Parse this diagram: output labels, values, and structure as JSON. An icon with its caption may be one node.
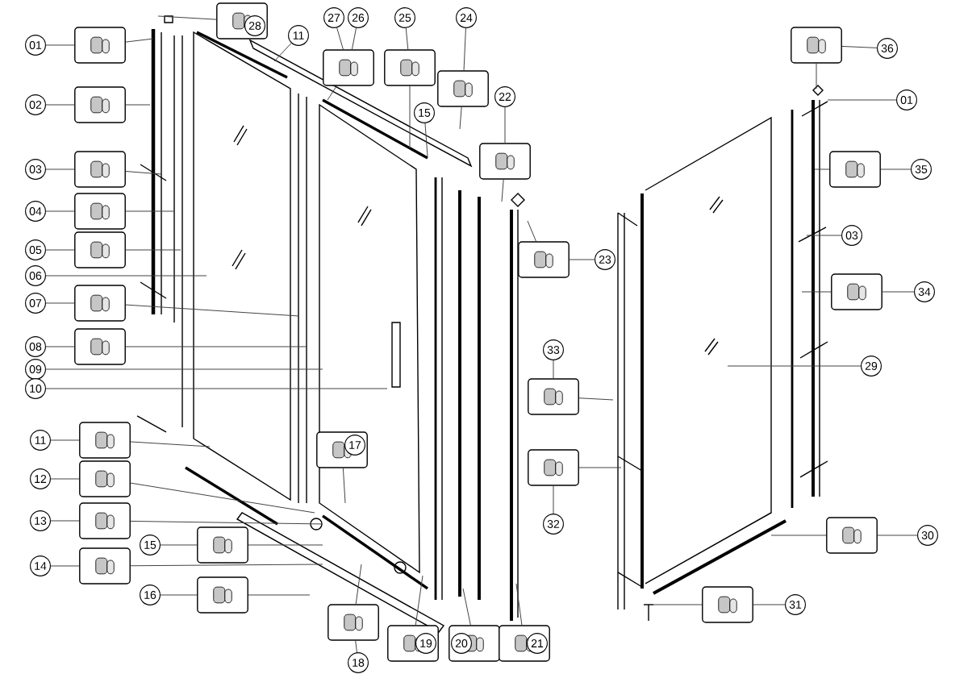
{
  "diagram": {
    "nodes": [
      {
        "text": [
          "01"
        ]
      },
      {
        "text": [],
        "shape": "picture"
      },
      {
        "text": [
          "02"
        ]
      },
      {
        "text": [],
        "shape": "picture"
      },
      {
        "text": [
          "03"
        ]
      },
      {
        "text": [],
        "shape": "picture"
      },
      {
        "text": [
          "04"
        ]
      },
      {
        "text": [],
        "shape": "picture"
      },
      {
        "text": [
          "05"
        ]
      },
      {
        "text": [],
        "shape": "picture"
      },
      {
        "text": [
          "06"
        ]
      },
      {
        "text": [
          "07"
        ]
      },
      {
        "text": [],
        "shape": "picture"
      },
      {
        "text": [
          "08"
        ]
      },
      {
        "text": [],
        "shape": "picture"
      },
      {
        "text": [
          "09"
        ]
      },
      {
        "text": [
          "10"
        ]
      },
      {
        "text": [],
        "shape": "picture"
      },
      {
        "text": [
          "28"
        ],
        "in": 17
      },
      {
        "text": [
          "11"
        ]
      },
      {
        "text": [
          "27"
        ]
      },
      {
        "text": [
          "26"
        ]
      },
      {
        "text": [],
        "shape": "picture"
      },
      {
        "text": [
          "25"
        ]
      },
      {
        "text": [],
        "shape": "picture"
      },
      {
        "text": [
          "24"
        ]
      },
      {
        "text": [],
        "shape": "picture"
      },
      {
        "text": [
          "15"
        ]
      },
      {
        "text": [
          "22"
        ]
      },
      {
        "text": [],
        "shape": "picture"
      },
      {
        "text": [],
        "shape": "picture"
      },
      {
        "text": [
          "23"
        ]
      },
      {
        "text": [],
        "shape": "picture"
      },
      {
        "text": [
          "36"
        ]
      },
      {
        "text": [
          "01"
        ]
      },
      {
        "text": [],
        "shape": "picture"
      },
      {
        "text": [
          "35"
        ]
      },
      {
        "text": [
          "03"
        ]
      },
      {
        "text": [],
        "shape": "picture"
      },
      {
        "text": [
          "34"
        ]
      },
      {
        "text": [
          "33"
        ]
      },
      {
        "text": [],
        "shape": "picture"
      },
      {
        "text": [
          "29"
        ]
      },
      {
        "text": [
          "11"
        ]
      },
      {
        "text": [],
        "shape": "picture"
      },
      {
        "text": [],
        "shape": "picture"
      },
      {
        "text": [
          "17"
        ],
        "in": 45
      },
      {
        "text": [],
        "shape": "picture"
      },
      {
        "text": [
          "32"
        ]
      },
      {
        "text": [
          "12"
        ]
      },
      {
        "text": [],
        "shape": "picture"
      },
      {
        "text": [
          "13"
        ]
      },
      {
        "text": [],
        "shape": "picture"
      },
      {
        "text": [
          "30"
        ]
      },
      {
        "text": [],
        "shape": "picture"
      },
      {
        "text": [
          "15"
        ]
      },
      {
        "text": [],
        "shape": "picture"
      },
      {
        "text": [
          "14"
        ]
      },
      {
        "text": [],
        "shape": "picture"
      },
      {
        "text": [
          "16"
        ]
      },
      {
        "text": [],
        "shape": "picture"
      },
      {
        "text": [],
        "shape": "picture"
      },
      {
        "text": [
          "31"
        ]
      },
      {
        "text": [],
        "shape": "picture"
      },
      {
        "text": [
          "18"
        ]
      },
      {
        "text": [],
        "shape": "picture"
      },
      {
        "text": [
          "19"
        ],
        "in": 65
      },
      {
        "text": [],
        "shape": "picture"
      },
      {
        "text": [
          "20"
        ],
        "in": 67
      },
      {
        "text": [],
        "shape": "picture"
      },
      {
        "text": [
          "21"
        ],
        "in": 69
      }
    ],
    "edges": [
      {
        "from": 0,
        "to": 1,
        "arrow": "none"
      },
      {
        "from": 2,
        "to": 3,
        "arrow": "none"
      },
      {
        "from": 4,
        "to": 5,
        "arrow": "none"
      },
      {
        "from": 6,
        "to": 7,
        "arrow": "none"
      },
      {
        "from": 8,
        "to": 9,
        "arrow": "none"
      },
      {
        "from": 11,
        "to": 12,
        "arrow": "none"
      },
      {
        "from": 13,
        "to": 14,
        "arrow": "none"
      },
      {
        "from": 20,
        "to": 22,
        "arrow": "none"
      },
      {
        "from": 21,
        "to": 22,
        "arrow": "none"
      },
      {
        "from": 23,
        "to": 24,
        "arrow": "none"
      },
      {
        "from": 25,
        "to": 26,
        "arrow": "none"
      },
      {
        "from": 28,
        "to": 29,
        "arrow": "none"
      },
      {
        "from": 31,
        "to": 30,
        "arrow": "none"
      },
      {
        "from": 33,
        "to": 32,
        "arrow": "none"
      },
      {
        "from": 36,
        "to": 35,
        "arrow": "none"
      },
      {
        "from": 39,
        "to": 38,
        "arrow": "none"
      },
      {
        "from": 40,
        "to": 41,
        "arrow": "none"
      },
      {
        "from": 43,
        "to": 44,
        "arrow": "none"
      },
      {
        "from": 48,
        "to": 47,
        "arrow": "none"
      },
      {
        "from": 49,
        "to": 50,
        "arrow": "none"
      },
      {
        "from": 51,
        "to": 52,
        "arrow": "none"
      },
      {
        "from": 53,
        "to": 54,
        "arrow": "none"
      },
      {
        "from": 55,
        "to": 56,
        "arrow": "none"
      },
      {
        "from": 57,
        "to": 58,
        "arrow": "none"
      },
      {
        "from": 59,
        "to": 60,
        "arrow": "none"
      },
      {
        "from": 62,
        "to": 61,
        "arrow": "none"
      },
      {
        "from": 64,
        "to": 63,
        "arrow": "none"
      },
      {
        "from": 1,
        "to": null,
        "arrow": "none"
      },
      {
        "from": 3,
        "to": null,
        "arrow": "none"
      },
      {
        "from": 5,
        "to": null,
        "arrow": "none"
      },
      {
        "from": 7,
        "to": null,
        "arrow": "none"
      },
      {
        "from": 9,
        "to": null,
        "arrow": "none"
      },
      {
        "from": 10,
        "to": null,
        "arrow": "none"
      },
      {
        "from": 12,
        "to": null,
        "arrow": "none"
      },
      {
        "from": 14,
        "to": null,
        "arrow": "none"
      },
      {
        "from": 15,
        "to": null,
        "arrow": "none"
      },
      {
        "from": 16,
        "to": null,
        "arrow": "none"
      },
      {
        "from": 17,
        "to": null,
        "arrow": "none"
      },
      {
        "from": 19,
        "to": null,
        "arrow": "none"
      },
      {
        "from": 22,
        "to": null,
        "arrow": "none"
      },
      {
        "from": 24,
        "to": null,
        "arrow": "none"
      },
      {
        "from": 26,
        "to": null,
        "arrow": "none"
      },
      {
        "from": 27,
        "to": null,
        "arrow": "none"
      },
      {
        "from": 29,
        "to": null,
        "arrow": "none"
      },
      {
        "from": 30,
        "to": null,
        "arrow": "none"
      },
      {
        "from": 32,
        "to": null,
        "arrow": "none"
      },
      {
        "from": 34,
        "to": null,
        "arrow": "none"
      },
      {
        "from": 35,
        "to": null,
        "arrow": "none"
      },
      {
        "from": 37,
        "to": null,
        "arrow": "none"
      },
      {
        "from": 38,
        "to": null,
        "arrow": "none"
      },
      {
        "from": 41,
        "to": null,
        "arrow": "none"
      },
      {
        "from": 42,
        "to": null,
        "arrow": "none"
      },
      {
        "from": 44,
        "to": null,
        "arrow": "none"
      },
      {
        "from": 45,
        "to": null,
        "arrow": "none"
      },
      {
        "from": 47,
        "to": null,
        "arrow": "none"
      },
      {
        "from": 50,
        "to": null,
        "arrow": "none"
      },
      {
        "from": 52,
        "to": null,
        "arrow": "none"
      },
      {
        "from": 54,
        "to": null,
        "arrow": "none"
      },
      {
        "from": 56,
        "to": null,
        "arrow": "none"
      },
      {
        "from": 58,
        "to": null,
        "arrow": "none"
      },
      {
        "from": 60,
        "to": null,
        "arrow": "none"
      },
      {
        "from": 61,
        "to": null,
        "arrow": "none"
      },
      {
        "from": 63,
        "to": null,
        "arrow": "none"
      },
      {
        "from": 65,
        "to": null,
        "arrow": "none"
      },
      {
        "from": 67,
        "to": null,
        "arrow": "none"
      },
      {
        "from": 69,
        "to": null,
        "arrow": "none"
      }
    ]
  }
}
